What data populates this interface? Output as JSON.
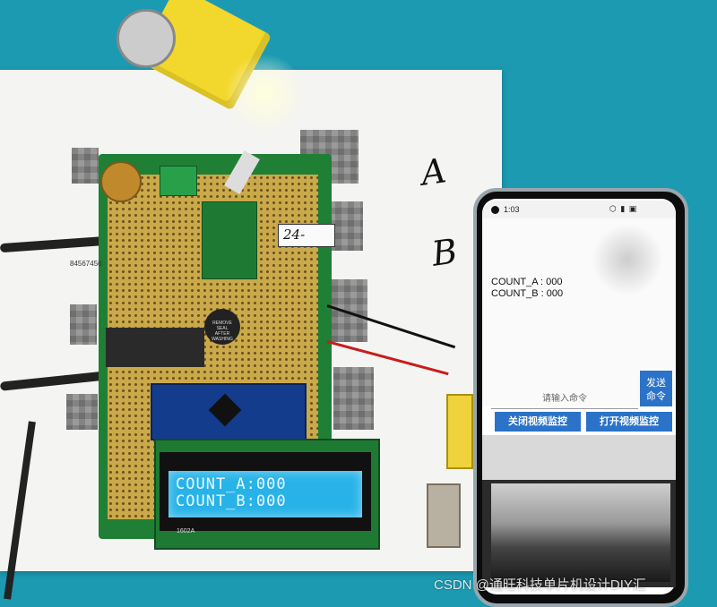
{
  "handwriting": {
    "letter_a": "A",
    "letter_b": "B"
  },
  "board": {
    "sticker_text": "24-",
    "serial_label": "84567456",
    "buzzer_label": "REMOVE SEAL AFTER WASHING",
    "lcd_part": "1602A"
  },
  "lcd": {
    "line1": "COUNT_A:000",
    "line2": "COUNT_B:000"
  },
  "phone": {
    "status_time": "1:03",
    "status_icons": "⬡ ▮ ▣",
    "count_a": "COUNT_A : 000",
    "count_b": "COUNT_B : 000",
    "input_placeholder": "请输入命令",
    "send_label": "发送命令",
    "close_video_label": "关闭视频监控",
    "open_video_label": "打开视频监控"
  },
  "watermark": "CSDN @通旺科技单片机设计DIY汇",
  "colors": {
    "background": "#1c9ab2",
    "lcd_screen": "#27b3e8",
    "phone_button": "#2a73c8",
    "pcb": "#1f7f35"
  }
}
